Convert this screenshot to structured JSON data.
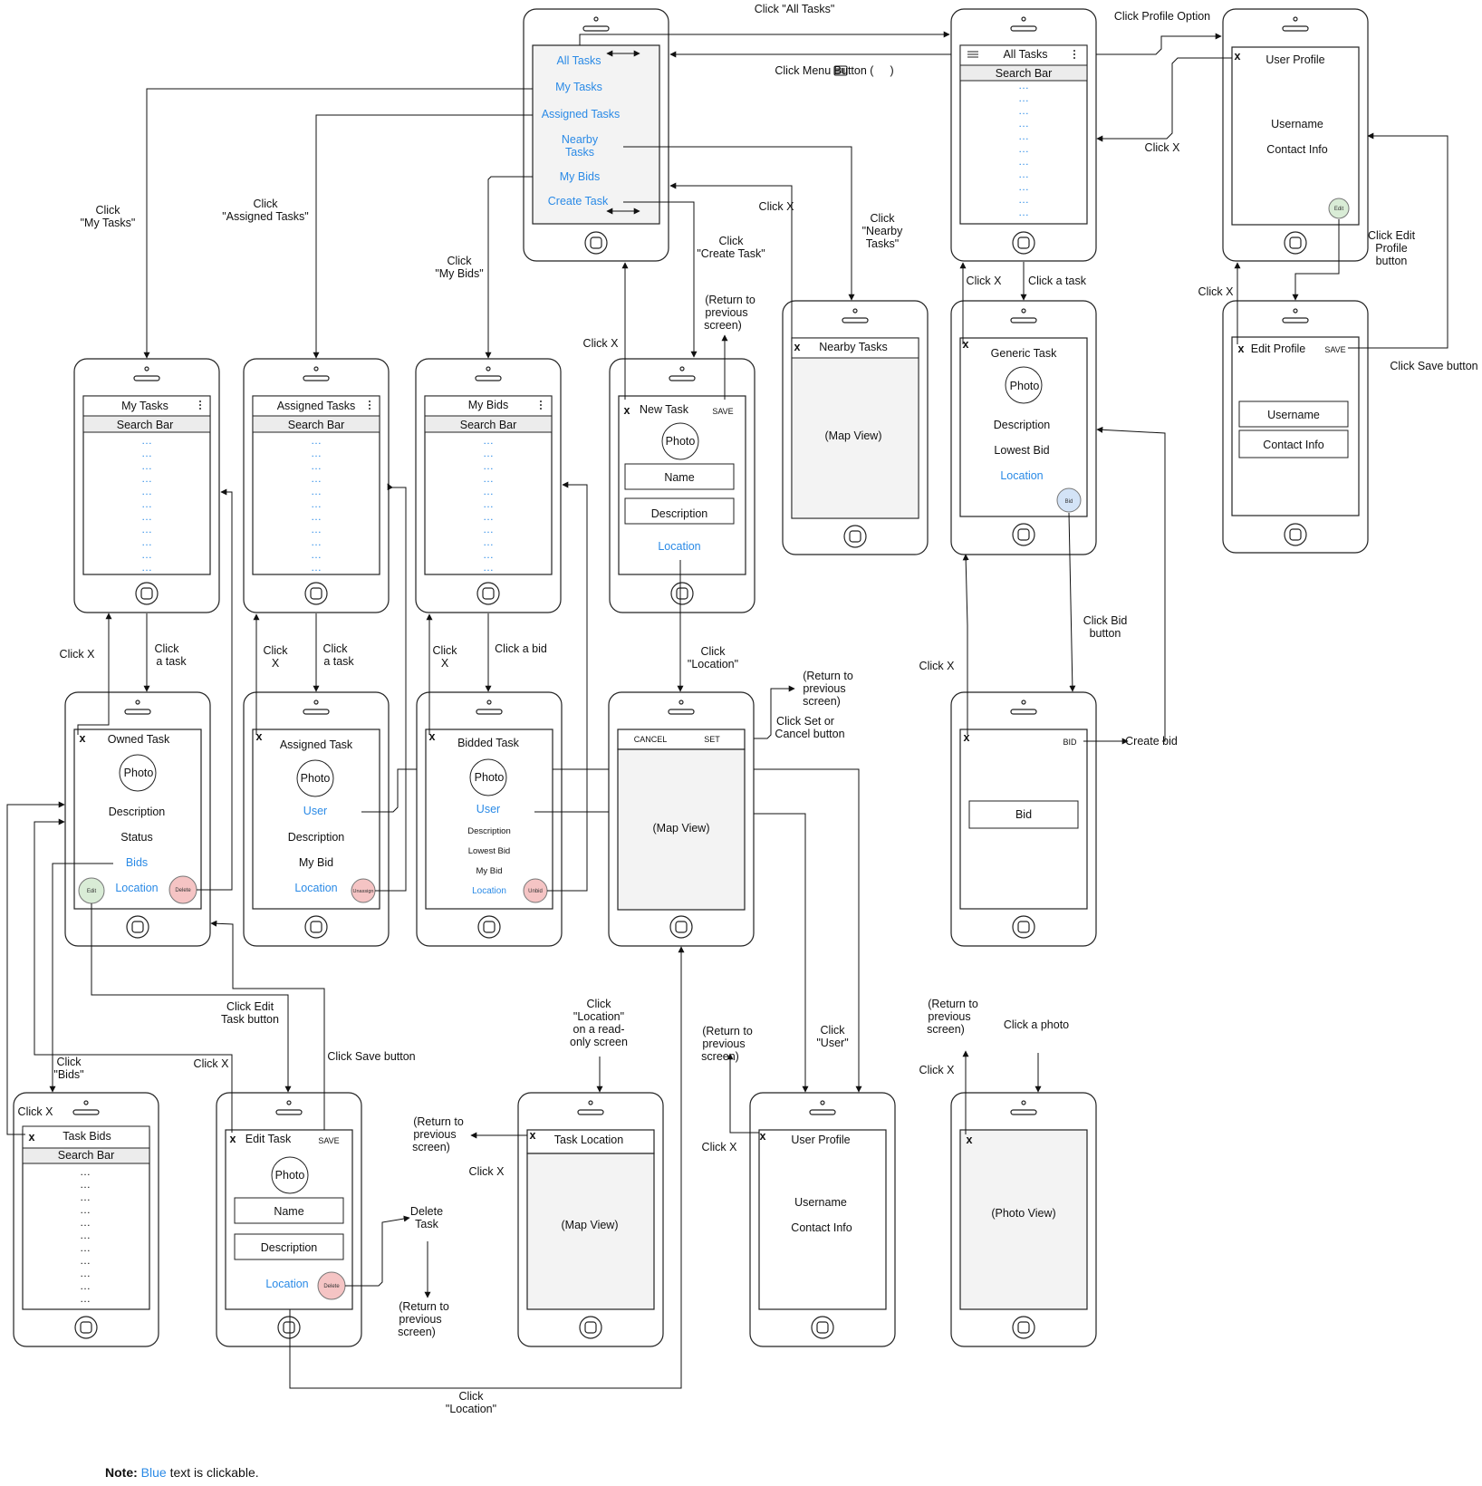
{
  "colors": {
    "blue": "#2a8ae6",
    "line": "#111111",
    "screen_fill": "#f3f3f3",
    "edit_btn": "#d9ecd6",
    "delete_btn": "#f5c4c4",
    "bid_btn": "#d3e3f7"
  },
  "icons": {
    "menu": "hamburger-icon",
    "more": "vertical-dots-icon",
    "close": "x-icon"
  },
  "note": {
    "label": "Note:",
    "blue_word": "Blue",
    "rest": "text is clickable."
  },
  "phones": {
    "menu": {
      "items": [
        "All Tasks",
        "My Tasks",
        "Assigned Tasks",
        "Nearby",
        "Tasks",
        "My Bids",
        "Create Task"
      ]
    },
    "all_tasks": {
      "title": "All Tasks",
      "search": "Search Bar"
    },
    "user_profile": {
      "x": "x",
      "title": "User Profile",
      "username": "Username",
      "contact": "Contact Info",
      "edit": "Edit"
    },
    "edit_profile": {
      "x": "x",
      "title": "Edit Profile",
      "save": "SAVE",
      "username": "Username",
      "contact": "Contact Info"
    },
    "my_tasks": {
      "title": "My Tasks",
      "search": "Search Bar"
    },
    "assigned_tasks": {
      "title": "Assigned Tasks",
      "search": "Search Bar"
    },
    "my_bids": {
      "title": "My Bids",
      "search": "Search Bar"
    },
    "new_task": {
      "x": "x",
      "title": "New Task",
      "save": "SAVE",
      "photo": "Photo",
      "name": "Name",
      "description": "Description",
      "location": "Location"
    },
    "nearby_tasks": {
      "x": "x",
      "title": "Nearby Tasks",
      "map": "(Map View)"
    },
    "generic_task": {
      "x": "x",
      "title": "Generic Task",
      "photo": "Photo",
      "description": "Description",
      "lowest_bid": "Lowest Bid",
      "location": "Location",
      "bid": "Bid"
    },
    "owned_task": {
      "x": "x",
      "title": "Owned Task",
      "photo": "Photo",
      "description": "Description",
      "status": "Status",
      "bids": "Bids",
      "location": "Location",
      "edit": "Edit",
      "delete": "Delete"
    },
    "assigned_task": {
      "x": "x",
      "title": "Assigned Task",
      "photo": "Photo",
      "user": "User",
      "description": "Description",
      "my_bid": "My Bid",
      "location": "Location",
      "unassign": "Unassign"
    },
    "bidded_task": {
      "x": "x",
      "title": "Bidded Task",
      "photo": "Photo",
      "user": "User",
      "description": "Description",
      "lowest_bid": "Lowest Bid",
      "my_bid": "My Bid",
      "location": "Location",
      "unbid": "Unbid"
    },
    "location_picker": {
      "cancel": "CANCEL",
      "set": "SET",
      "map": "(Map View)"
    },
    "bid_screen": {
      "x": "x",
      "bid_action": "BID",
      "bid_field": "Bid"
    },
    "task_bids": {
      "x": "x",
      "title": "Task Bids",
      "search": "Search Bar"
    },
    "edit_task": {
      "x": "x",
      "title": "Edit Task",
      "save": "SAVE",
      "photo": "Photo",
      "name": "Name",
      "description": "Description",
      "location": "Location",
      "delete": "Delete"
    },
    "task_location": {
      "x": "x",
      "title": "Task Location",
      "map": "(Map View)"
    },
    "user_profile_2": {
      "x": "x",
      "title": "User Profile",
      "username": "Username",
      "contact": "Contact Info"
    },
    "photo_view": {
      "x": "x",
      "photo": "(Photo View)"
    }
  },
  "flow_labels": {
    "click_all_tasks": "Click \"All Tasks\"",
    "click_profile_option": "Click Profile Option",
    "click_menu_button": "Click Menu Button (",
    "click_menu_button_end": ")",
    "click_x_profile": "Click X",
    "click_x_nearby": "Click X",
    "click_nearby_1": "Click",
    "click_nearby_2": "\"Nearby",
    "click_nearby_3": "Tasks\"",
    "click_my_tasks_1": "Click",
    "click_my_tasks_2": "\"My Tasks\"",
    "click_assigned_1": "Click",
    "click_assigned_2": "\"Assigned Tasks\"",
    "click_my_bids_1": "Click",
    "click_my_bids_2": "\"My Bids\"",
    "click_create_1": "Click",
    "click_create_2": "\"Create Task\"",
    "return_nt_1": "(Return to",
    "return_nt_2": "previous",
    "return_nt_3": "screen)",
    "click_x_newtask": "Click X",
    "click_x_generic": "Click X",
    "click_a_task_generic": "Click a task",
    "click_edit_profile_1": "Click Edit",
    "click_edit_profile_2": "Profile",
    "click_edit_profile_3": "button",
    "click_x_editprofile": "Click X",
    "click_save_profile": "Click Save button",
    "click_x_owned": "Click X",
    "click_task_1": "Click",
    "click_task_2": "a task",
    "click_x_assigned_1": "Click",
    "click_x_assigned_2": "X",
    "click_task_3": "Click",
    "click_task_4": "a task",
    "click_x_bidded_1": "Click",
    "click_x_bidded_2": "X",
    "click_a_bid": "Click a bid",
    "click_location_1": "Click",
    "click_location_2": "\"Location\"",
    "return_loc_1": "(Return to",
    "return_loc_2": "previous",
    "return_loc_3": "screen)",
    "click_set_cancel_1": "Click Set or",
    "click_set_cancel_2": "Cancel button",
    "click_bid_button_1": "Click Bid",
    "click_bid_button_2": "button",
    "click_x_bidscreen": "Click X",
    "create_bid": "Create bid",
    "click_edit_task_1": "Click Edit",
    "click_edit_task_2": "Task button",
    "click_save_task": "Click Save button",
    "click_bids_1": "Click",
    "click_bids_2": "\"Bids\"",
    "click_x_edittask": "Click X",
    "click_x_taskbids": "Click X",
    "delete_task_1": "Delete",
    "delete_task_2": "Task",
    "return_del_1": "(Return to",
    "return_del_2": "previous",
    "return_del_3": "screen)",
    "return_tl_1": "(Return to",
    "return_tl_2": "previous",
    "return_tl_3": "screen)",
    "click_x_tasklocation": "Click X",
    "click_loc_ro_1": "Click",
    "click_loc_ro_2": "\"Location\"",
    "click_loc_ro_3": "on a read-",
    "click_loc_ro_4": "only screen",
    "return_up_1": "(Return to",
    "return_up_2": "previous",
    "return_up_3": "screen)",
    "click_x_userprofile": "Click X",
    "click_user_1": "Click",
    "click_user_2": "\"User\"",
    "return_pv_1": "(Return to",
    "return_pv_2": "previous",
    "return_pv_3": "screen)",
    "click_a_photo": "Click a photo",
    "click_x_photo": "Click X",
    "click_location_edit_1": "Click",
    "click_location_edit_2": "\"Location\""
  }
}
